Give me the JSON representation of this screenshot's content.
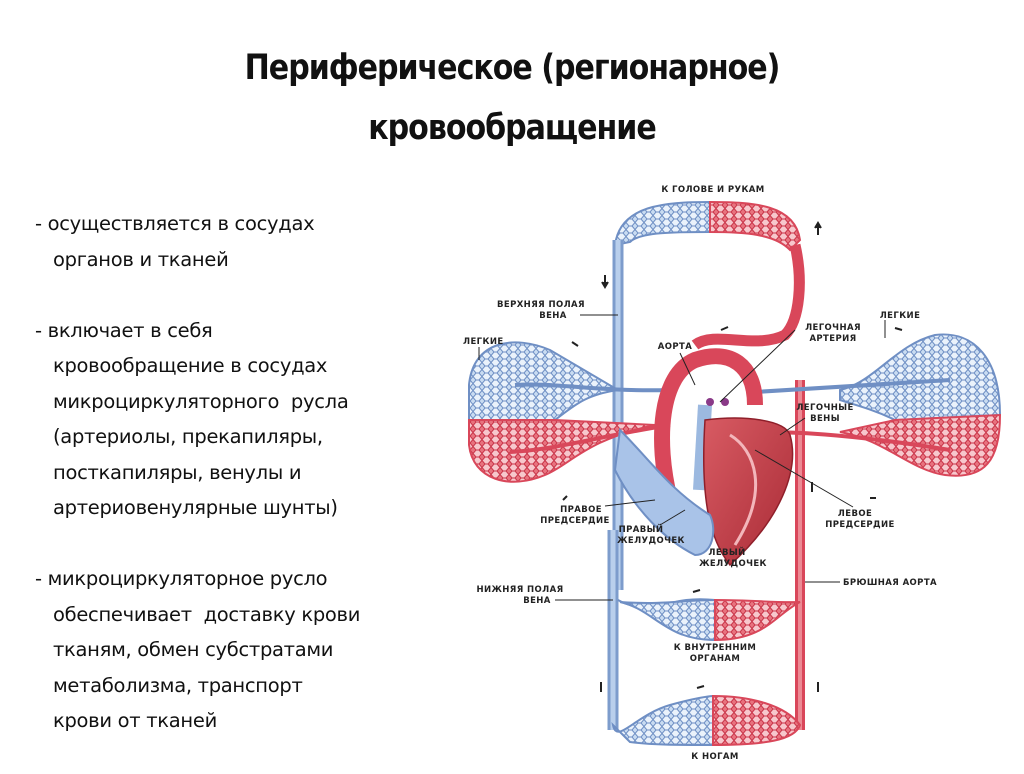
{
  "slide": {
    "title_lines": [
      "Периферическое (регионарное)",
      "кровообращение"
    ],
    "paragraphs": [
      {
        "lines": [
          "- осуществляется в сосудах",
          "органов и тканей"
        ]
      },
      {
        "lines": [
          "- включает в себя",
          "кровообращение в сосудах",
          "микроциркуляторного  русла",
          "(артериолы, прекапиляры,",
          "посткапиляры, венулы и",
          "артериовенулярные шунты)"
        ]
      },
      {
        "lines": [
          "- микроциркуляторное русло",
          "обеспечивает  доставку крови",
          "тканям, обмен субстратами",
          "метаболизма, транспорт",
          "крови от тканей"
        ]
      }
    ]
  },
  "diagram": {
    "labels": {
      "head_arms": "К ГОЛОВЕ И РУКАМ",
      "superior_vena_cava_1": "ВЕРХНЯЯ ПОЛАЯ",
      "superior_vena_cava_2": "ВЕНА",
      "lungs_left": "ЛЕГКИЕ",
      "lungs_right": "ЛЕГКИЕ",
      "aorta": "АОРТА",
      "pulmonary_artery_1": "ЛЕГОЧНАЯ",
      "pulmonary_artery_2": "АРТЕРИЯ",
      "pulmonary_veins_1": "ЛЕГОЧНЫЕ",
      "pulmonary_veins_2": "ВЕНЫ",
      "right_atrium_1": "ПРАВОЕ",
      "right_atrium_2": "ПРЕДСЕРДИЕ",
      "right_ventricle_1": "ПРАВЫЙ",
      "right_ventricle_2": "ЖЕЛУДОЧЕК",
      "left_ventricle_1": "ЛЕВЫЙ",
      "left_ventricle_2": "ЖЕЛУДОЧЕК",
      "left_atrium_1": "ЛЕВОЕ",
      "left_atrium_2": "ПРЕДСЕРДИЕ",
      "abdominal_aorta": "БРЮШНАЯ АОРТА",
      "inferior_vena_cava_1": "НИЖНЯЯ ПОЛАЯ",
      "inferior_vena_cava_2": "ВЕНА",
      "internal_organs_1": "К ВНУТРЕННИМ",
      "internal_organs_2": "ОРГАНАМ",
      "legs": "К НОГАМ"
    },
    "colors": {
      "arterial": "#d9475a",
      "arterial_light": "#f1a7ae",
      "venous": "#6f8fc4",
      "venous_light": "#bcd3ee",
      "heart": "#c43a45"
    }
  }
}
